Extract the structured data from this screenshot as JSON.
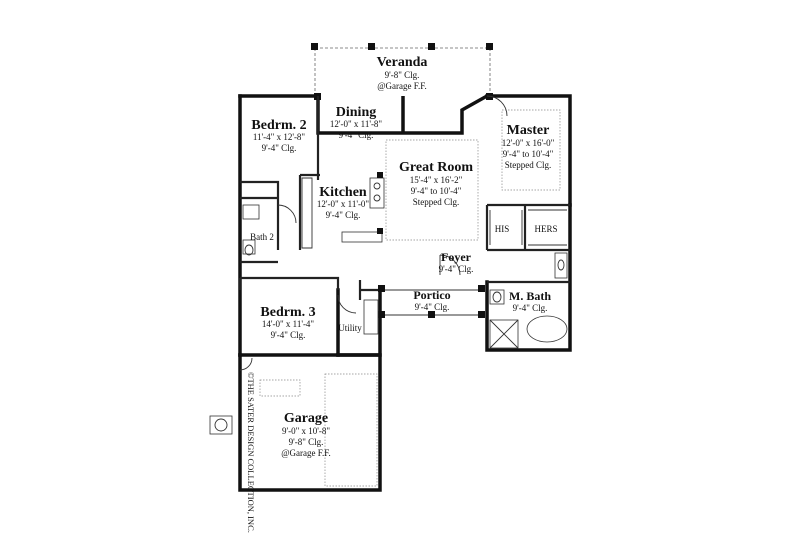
{
  "rooms": {
    "veranda": {
      "name": "Veranda",
      "lines": [
        "9'-8\" Clg.",
        "@Garage F.F."
      ]
    },
    "dining": {
      "name": "Dining",
      "lines": [
        "12'-0\" x 11'-8\"",
        "9'-4\" Clg."
      ]
    },
    "bedrm2": {
      "name": "Bedrm. 2",
      "lines": [
        "11'-4\" x 12'-8\"",
        "9'-4\" Clg."
      ]
    },
    "master": {
      "name": "Master",
      "lines": [
        "12'-0\" x 16'-0\"",
        "9'-4\"  to 10'-4\"",
        "Stepped Clg."
      ]
    },
    "greatroom": {
      "name": "Great Room",
      "lines": [
        "15'-4\" x 16'-2\"",
        "9'-4\"  to 10'-4\"",
        "Stepped Clg."
      ]
    },
    "kitchen": {
      "name": "Kitchen",
      "lines": [
        "12'-0\" x 11'-0\"",
        "9'-4\" Clg."
      ]
    },
    "his": {
      "name": "HIS"
    },
    "hers": {
      "name": "HERS"
    },
    "bath2": {
      "name": "Bath 2"
    },
    "foyer": {
      "name": "Foyer",
      "lines": [
        "9'-4\" Clg."
      ]
    },
    "portico": {
      "name": "Portico",
      "lines": [
        "9'-4\" Clg."
      ]
    },
    "mbath": {
      "name": "M. Bath",
      "lines": [
        "9'-4\" Clg."
      ]
    },
    "bedrm3": {
      "name": "Bedrm. 3",
      "lines": [
        "14'-0\" x 11'-4\"",
        "9'-4\" Clg."
      ]
    },
    "utility": {
      "name": "Utility"
    },
    "garage": {
      "name": "Garage",
      "lines": [
        "9'-0\" x 10'-8\"",
        "9'-8\" Clg.",
        "@Garage F.F."
      ]
    }
  },
  "copyright": "©THE SATER DESIGN COLLECTION, INC."
}
